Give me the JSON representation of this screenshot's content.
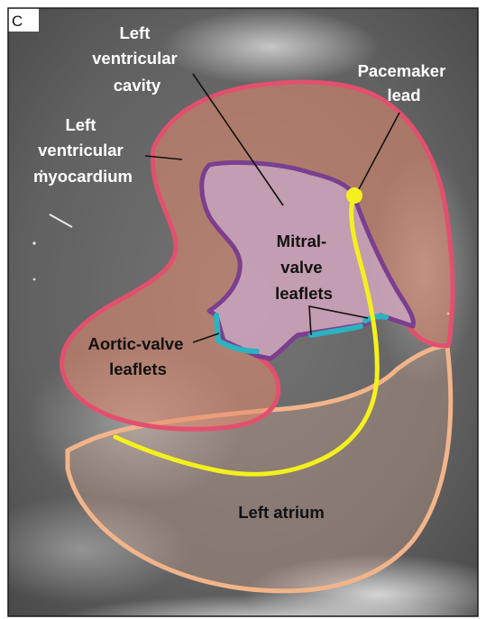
{
  "panel_letter": "C",
  "labels": {
    "lv_cavity": [
      "Left",
      "ventricular",
      "cavity"
    ],
    "lv_myocardium": [
      "Left",
      "ventricular",
      "myocardium"
    ],
    "pacemaker_lead": [
      "Pacemaker",
      "lead"
    ],
    "mitral_valve": [
      "Mitral-",
      "valve",
      "leaflets"
    ],
    "aortic_valve": [
      "Aortic-valve",
      "leaflets"
    ],
    "left_atrium": [
      "Left atrium"
    ]
  },
  "colors": {
    "myocardium_outline": "#e2506e",
    "myocardium_fill": "#e58a6e",
    "cavity_outline": "#7a3f8e",
    "cavity_fill": "#c9a8c8",
    "aortic_valve": "#2bb3c0",
    "mitral_valve": "#2bb3c0",
    "pacemaker_lead": "#f4f01e",
    "atrium_outline": "#f2b48a",
    "atrium_fill": "#e9b49a",
    "echo_background": "#6e6e6e",
    "label_light": "#ffffff",
    "label_dark": "#111111"
  }
}
